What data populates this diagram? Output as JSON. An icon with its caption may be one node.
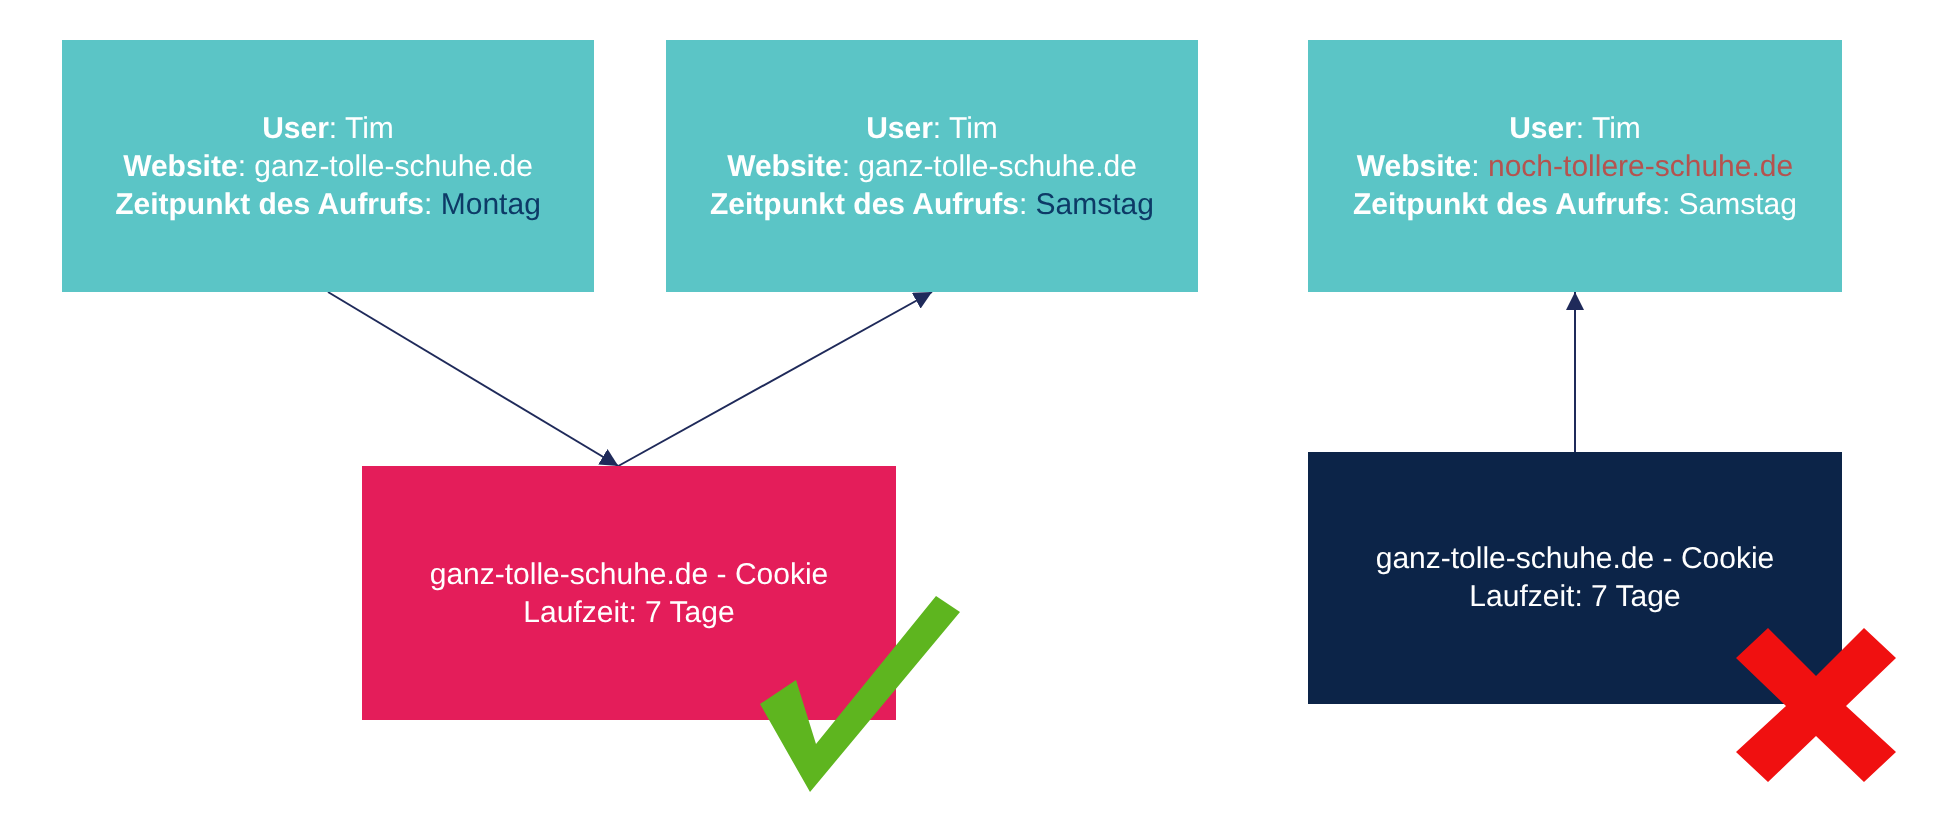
{
  "diagram": {
    "nodes": [
      {
        "text": [
          "**User**: Tim",
          "**Website**: ganz-tolle-schuhe.de",
          "**Zeitpunkt des Aufrufs**: Montag"
        ]
      },
      {
        "text": [
          "**User**: Tim",
          "**Website**: ganz-tolle-schuhe.de",
          "**Zeitpunkt des Aufrufs**: Samstag"
        ]
      },
      {
        "text": [
          "**User**: Tim",
          "**Website**: noch-tollere-schuhe.de",
          "**Zeitpunkt des Aufrufs**: Samstag"
        ]
      },
      {
        "text": [
          "ganz-tolle-schuhe.de - Cookie",
          "Laufzeit: 7 Tage"
        ]
      },
      {
        "text": [
          "ganz-tolle-schuhe.de - Cookie",
          "Laufzeit: 7 Tage"
        ]
      }
    ],
    "edges": [
      {
        "from": 0,
        "to": 3,
        "arrow": "to"
      },
      {
        "from": 3,
        "to": 1,
        "arrow": "to"
      },
      {
        "from": 4,
        "to": 2,
        "arrow": "to"
      }
    ]
  }
}
